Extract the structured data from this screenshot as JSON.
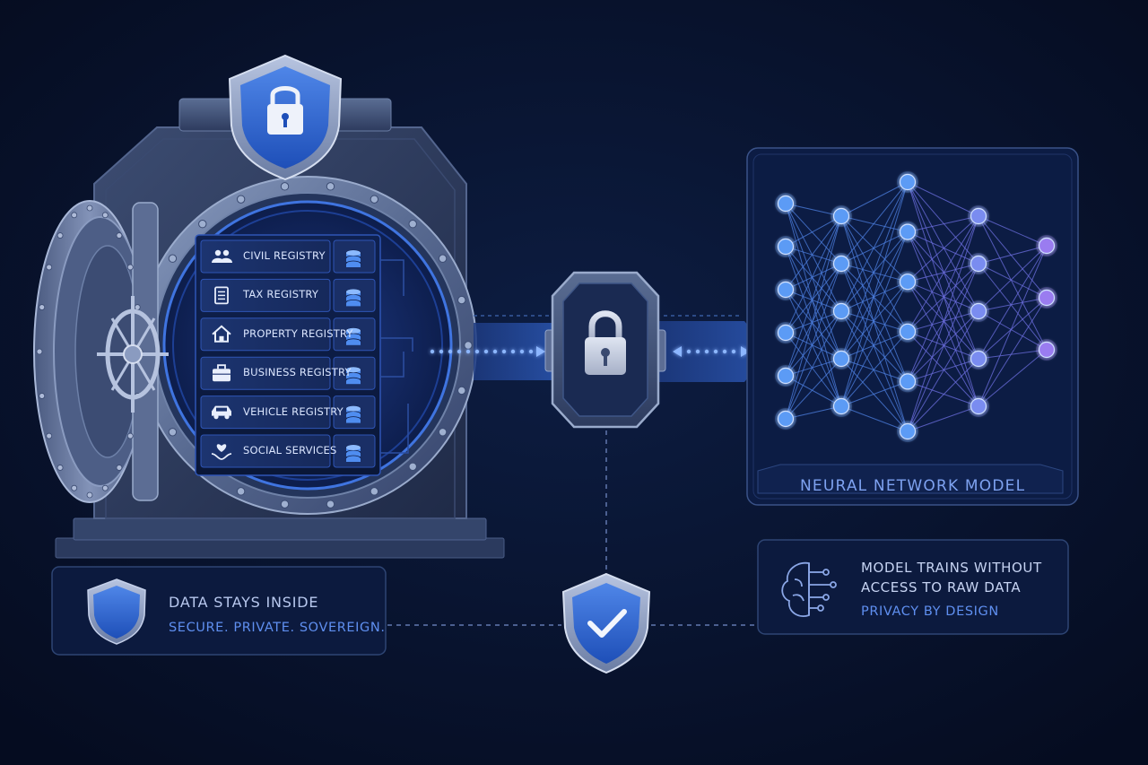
{
  "registries": [
    {
      "label": "CIVIL REGISTRY",
      "icon": "people-icon"
    },
    {
      "label": "TAX REGISTRY",
      "icon": "document-icon"
    },
    {
      "label": "PROPERTY REGISTRY",
      "icon": "house-icon"
    },
    {
      "label": "BUSINESS REGISTRY",
      "icon": "briefcase-icon"
    },
    {
      "label": "VEHICLE REGISTRY",
      "icon": "car-icon"
    },
    {
      "label": "SOCIAL SERVICES",
      "icon": "heart-hand-icon"
    }
  ],
  "neural_network": {
    "title": "NEURAL NETWORK MODEL",
    "layers": [
      6,
      5,
      6,
      5,
      3
    ]
  },
  "data_card": {
    "title": "DATA STAYS INSIDE",
    "subtitle": "SECURE. PRIVATE. SOVEREIGN."
  },
  "model_card": {
    "line1": "MODEL TRAINS WITHOUT",
    "line2": "ACCESS TO RAW DATA",
    "subtitle": "PRIVACY BY DESIGN"
  },
  "colors": {
    "background": "#07122b",
    "accent": "#3b7cf0",
    "node_blue": "#5b9bf5",
    "node_violet": "#9a7cf0",
    "steel": "#4a5c80"
  }
}
